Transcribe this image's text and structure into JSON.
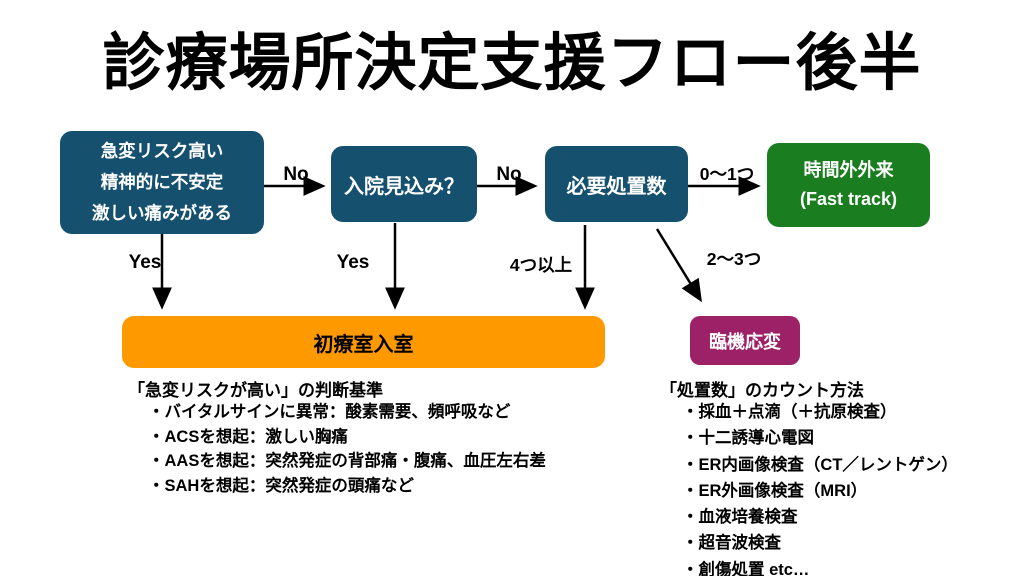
{
  "title": "診療場所決定支援フロー後半",
  "colors": {
    "box_blue": "#15506F",
    "box_green": "#1A7D20",
    "box_orange": "#FF9900",
    "box_purple": "#9C2166",
    "arrow": "#000000",
    "background": "#FFFFFF"
  },
  "flow": {
    "risk_box": {
      "line1": "急変リスク高い",
      "line2": "精神的に不安定",
      "line3": "激しい痛みがある"
    },
    "admission_box": {
      "label": "入院見込み？"
    },
    "procedure_box": {
      "label": "必要処置数"
    },
    "fast_track_box": {
      "line1": "時間外外来",
      "line2": "(Fast track)"
    },
    "triage_room_box": {
      "label": "初療室入室"
    },
    "flexible_box": {
      "label": "臨機応変"
    },
    "labels": {
      "no_1": "No",
      "no_2": "No",
      "zero_to_one": "0〜1つ",
      "yes_1": "Yes",
      "yes_2": "Yes",
      "four_or_more": "4つ以上",
      "two_to_three": "2〜3つ"
    }
  },
  "notes_left": {
    "heading": "「急変リスクが高い」の判断基準",
    "items": [
      "・バイタルサインに異常：酸素需要、頻呼吸など",
      "・ACSを想起：激しい胸痛",
      "・AASを想起：突然発症の背部痛・腹痛、血圧左右差",
      "・SAHを想起：突然発症の頭痛など"
    ]
  },
  "notes_right": {
    "heading": "「処置数」のカウント方法",
    "items": [
      "・採血＋点滴（＋抗原検査）",
      "・十二誘導心電図",
      "・ER内画像検査（CT／レントゲン）",
      "・ER外画像検査（MRI）",
      "・血液培養検査",
      "・超音波検査",
      "・創傷処置 etc…"
    ]
  }
}
